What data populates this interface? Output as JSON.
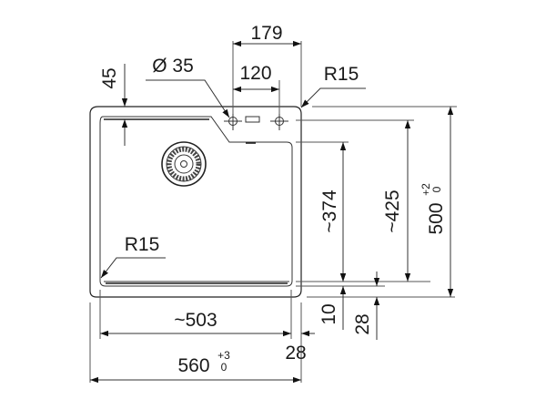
{
  "drawing": {
    "title": "Sink dimensions",
    "dimensions": {
      "width_179": "179",
      "width_120": "120",
      "tap_hole": "Ø 35",
      "offset_45": "45",
      "radius_top": "R15",
      "radius_bottom": "R15",
      "height_374": "~374",
      "height_425": "~425",
      "depth_500": "500",
      "depth_500_tol_upper": "+2",
      "depth_500_tol_lower": "0",
      "width_503": "~503",
      "width_560": "560",
      "width_560_tol_upper": "+3",
      "width_560_tol_lower": "0",
      "gap_28_bottom": "28",
      "gap_10": "10",
      "gap_28_right": "28"
    },
    "colors": {
      "line": "#333333",
      "text": "#1a1a1a"
    }
  }
}
